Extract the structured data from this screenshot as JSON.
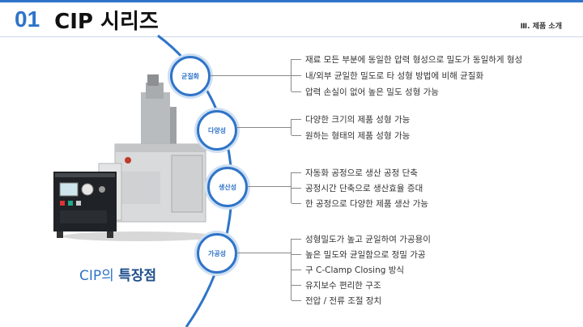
{
  "header": {
    "number": "01",
    "title": "CIP 시리즈",
    "section": "Ⅲ. 제품 소개"
  },
  "caption": {
    "prefix": "CIP의 ",
    "bold": "특장점"
  },
  "features": [
    {
      "label": "균질화",
      "items": [
        "재료 모든 부분에 동일한 압력 형성으로 밀도가 동일하게 형성",
        "내/외부 균일한 밀도로 타 성형 방법에 비해 균질화",
        "압력 손실이 없어 높은 밀도 성형 가능"
      ]
    },
    {
      "label": "다양성",
      "items": [
        "다양한 크기의 제품 성형 가능",
        "원하는 형태의 제품 성형 가능"
      ]
    },
    {
      "label": "생산성",
      "items": [
        "자동화 공정으로 생산 공정 단축",
        "공정시간 단축으로 생산효율 증대",
        "한 공정으로 다양한 제품 생산 가능"
      ]
    },
    {
      "label": "가공성",
      "items": [
        "성형밀도가 높고 균일하여 가공용이",
        "높은 밀도와 균일함으로 정밀 가공",
        "구  C-Clamp Closing 방식",
        "유지보수 편리한 구조",
        "전압 / 전류 조절 장치"
      ]
    }
  ],
  "colors": {
    "accent": "#2f74c8",
    "accent_dark": "#1f4f8c"
  }
}
